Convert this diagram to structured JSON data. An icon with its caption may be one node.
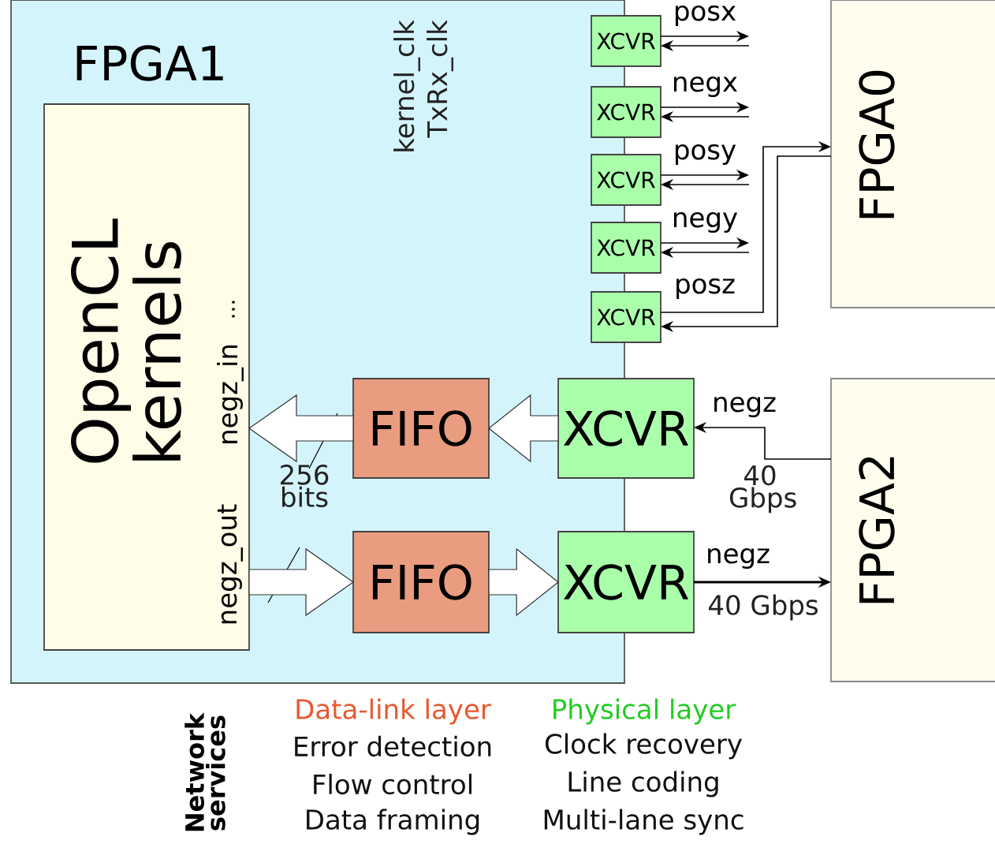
{
  "diagram": {
    "nodes": [
      {
        "text": [
          "FPGA1"
        ]
      },
      {
        "text": [
          "OpenCL kernels",
          "...",
          "negz_in",
          "negz_out"
        ],
        "in": 0
      },
      {
        "text": [
          "XCVR"
        ]
      },
      {
        "text": [
          "XCVR"
        ]
      },
      {
        "text": [
          "XCVR"
        ]
      },
      {
        "text": [
          "XCVR"
        ]
      },
      {
        "text": [
          "XCVR"
        ]
      },
      {
        "text": [
          "FIFO"
        ],
        "in": 0
      },
      {
        "text": [
          "XCVR"
        ]
      },
      {
        "text": [
          "FIFO"
        ],
        "in": 0
      },
      {
        "text": [
          "XCVR"
        ]
      },
      {
        "text": [
          "FPGA0"
        ]
      },
      {
        "text": [
          "FPGA2"
        ]
      }
    ],
    "edges": [
      {
        "from": 8,
        "to": 7,
        "arrow": "to",
        "style": "thick"
      },
      {
        "from": 7,
        "to": 1,
        "arrow": "to",
        "style": "thick"
      },
      {
        "from": 1,
        "to": 9,
        "arrow": "to",
        "style": "thick"
      },
      {
        "from": 9,
        "to": 10,
        "arrow": "to",
        "style": "thick"
      },
      {
        "from": 12,
        "to": 8,
        "arrow": "to",
        "label": "negz"
      },
      {
        "from": 10,
        "to": 12,
        "arrow": "to",
        "label": "negz"
      },
      {
        "from": 2,
        "to": null,
        "arrow": "to",
        "label": "posx"
      },
      {
        "from": null,
        "to": 2,
        "arrow": "to"
      },
      {
        "from": 3,
        "to": null,
        "arrow": "to",
        "label": "negx"
      },
      {
        "from": null,
        "to": 3,
        "arrow": "to"
      },
      {
        "from": 4,
        "to": null,
        "arrow": "to",
        "label": "posy"
      },
      {
        "from": null,
        "to": 4,
        "arrow": "to"
      },
      {
        "from": 5,
        "to": null,
        "arrow": "to",
        "label": "negy"
      },
      {
        "from": null,
        "to": 5,
        "arrow": "to"
      },
      {
        "from": 6,
        "to": 11,
        "arrow": "to",
        "label": "posz"
      },
      {
        "from": 11,
        "to": 6,
        "arrow": "to"
      }
    ],
    "labels": [
      "kernel_clk",
      "TxRx_clk",
      "256 bits",
      "40 Gbps",
      "40 Gbps",
      "Network services",
      "Data-link layer",
      "Error detection",
      "Flow control",
      "Data framing",
      "Physical layer",
      "Clock recovery",
      "Line coding",
      "Multi-lane sync"
    ]
  }
}
